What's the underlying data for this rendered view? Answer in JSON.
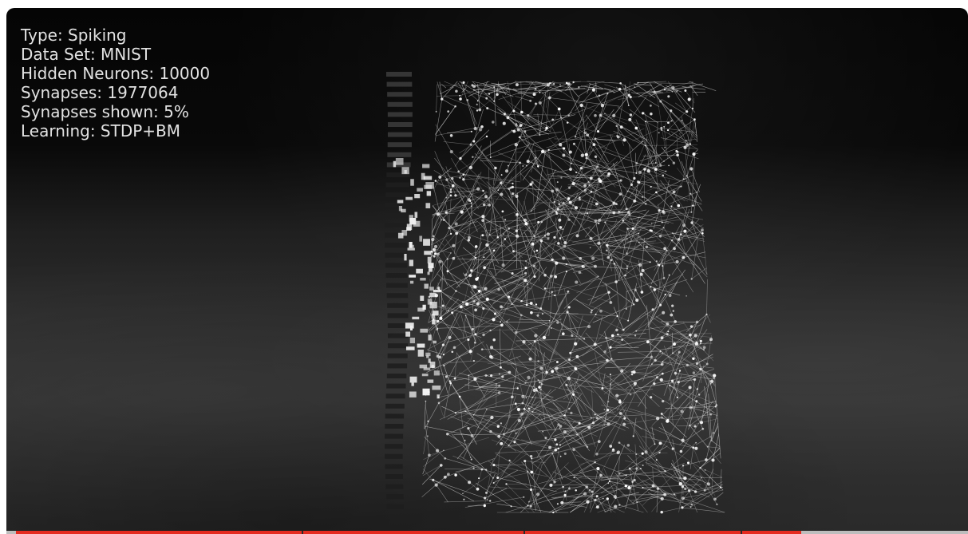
{
  "video": {
    "info_lines": [
      {
        "label": "Type",
        "value": "Spiking"
      },
      {
        "label": "Data Set",
        "value": "MNIST"
      },
      {
        "label": "Hidden Neurons",
        "value": "10000"
      },
      {
        "label": "Synapses",
        "value": "1977064"
      },
      {
        "label": "Synapses shown",
        "value": "5%"
      },
      {
        "label": "Learning",
        "value": "STDP+BM"
      }
    ],
    "info_text": [
      "Type: Spiking",
      "Data Set: MNIST",
      "Hidden Neurons: 10000",
      "Synapses: 1977064",
      "Synapses shown: 5%",
      "Learning: STDP+BM"
    ],
    "progress_fraction": 0.82,
    "colors": {
      "progress_played": "#e52b20",
      "progress_remaining": "#bdbdbd",
      "info_text": "#e2e2e2",
      "neuron": "#ffffff",
      "synapse": "#d8d8d8"
    }
  }
}
